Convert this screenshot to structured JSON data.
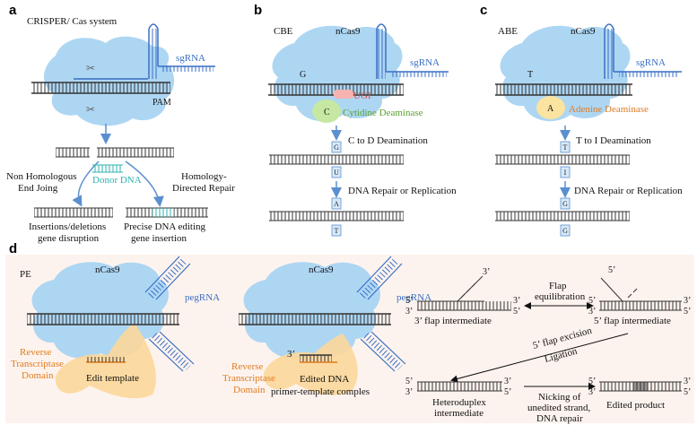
{
  "panels": {
    "a": {
      "letter": "a",
      "title": "CRISPER/ Cas system",
      "sgrna": "sgRNA",
      "pam": "PAM",
      "nhej_1": "Non Homologous",
      "nhej_2": "End Joing",
      "hdr_1": "Homology-",
      "hdr_2": "Directed Repair",
      "donor": "Donor DNA",
      "out_left_1": "Insertions/deletions",
      "out_left_2": "gene disruption",
      "out_right_1": "Precise DNA editing",
      "out_right_2": "gene insertion"
    },
    "b": {
      "letter": "b",
      "title": "CBE",
      "enzyme": "nCas9",
      "sgrna": "sgRNA",
      "base_top": "G",
      "ugi": "UGI",
      "c_label": "C",
      "deaminase": "Cytidine Deaminase",
      "step1": "C to D Deamination",
      "step2": "DNA Repair or Replication",
      "bases": [
        "G",
        "U",
        "A",
        "T"
      ]
    },
    "c": {
      "letter": "c",
      "title": "ABE",
      "enzyme": "nCas9",
      "sgrna": "sgRNA",
      "base_top": "T",
      "a_label": "A",
      "deaminase": "Adenine Deaminase",
      "step1": "T to I Deamination",
      "step2": "DNA Repair or Replication",
      "bases": [
        "T",
        "I",
        "G",
        "G"
      ]
    },
    "d": {
      "letter": "d",
      "title": "PE",
      "enzyme1": "nCas9",
      "enzyme2": "nCas9",
      "pegrna1": "pegRNA",
      "pegrna2": "pegRNA",
      "rt1": "Reverse",
      "rt2": "Transcriptase",
      "rt3": "Domain",
      "edit_template": "Edit template",
      "edited_dna_1": "Edited DNA",
      "edited_dna_2": "primer-template comples",
      "three_prime": "3’",
      "five_prime": "5’",
      "flap3": "3’ flap intermediate",
      "flap5": "5’ flap intermediate",
      "flap_eq_1": "Flap",
      "flap_eq_2": "equilibration",
      "excision_1": "5’ flap excision",
      "excision_2": "Ligation",
      "hetero_1": "Heteroduplex",
      "hetero_2": "intermediate",
      "nick_1": "Nicking of",
      "nick_2": "unedited strand,",
      "nick_3": "DNA repair",
      "edited_product": "Edited product"
    }
  },
  "colors": {
    "cas_blue": "#a9d4f2",
    "rna_blue": "#3a6fc4",
    "deaminase_green": "#c6e8a2",
    "deaminase_yellow": "#fbe3a0",
    "rt_orange": "#fcd79a",
    "ugi_pink": "#f6b3b0",
    "bg_d": "#fdf3ee"
  }
}
